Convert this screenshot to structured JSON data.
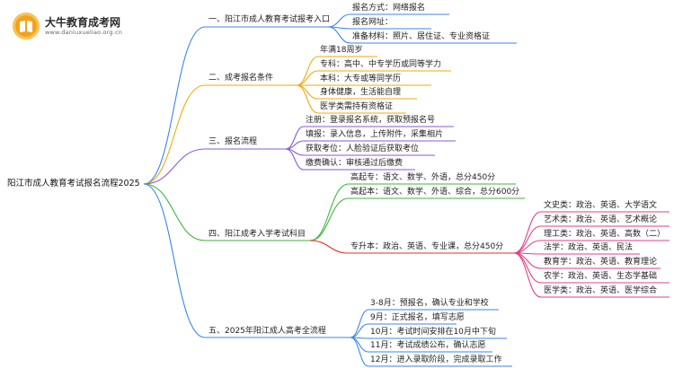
{
  "logo": {
    "title": "大牛教育成考网",
    "url": "www.daniuxueliao.org.cn"
  },
  "root": "阳江市成人教育考试报名流程2025",
  "colors": {
    "blue": "#3d86e8",
    "orange": "#f2a90f",
    "purple": "#8a5ad6",
    "green": "#3fb53f",
    "red": "#e0302f",
    "pink": "#e1408a"
  },
  "branches": [
    {
      "label": "一、阳江市成人教育考试报考入口",
      "leaves": [
        "报名方式：网络报名",
        "报名网址：",
        "准备材料：照片、居住证、专业资格证"
      ]
    },
    {
      "label": "二、成考报名条件",
      "leaves": [
        "年满18周岁",
        "专科：高中、中专学历或同等学力",
        "本科：大专或等同学历",
        "身体健康，生活能自理",
        "医学类需持有资格证"
      ]
    },
    {
      "label": "三、报名流程",
      "leaves": [
        "注册：登录报名系统，获取预报名号",
        "填报：录入信息，上传附件，采集相片",
        "获取考位：人脸验证后获取考位",
        "缴费确认：审核通过后缴费"
      ]
    },
    {
      "label": "四、阳江成考入学考试科目",
      "leaves": [
        "高起专：语文、数学、外语，总分450分",
        "高起本：语文、数学、外语、综合，总分600分"
      ],
      "sub": {
        "label": "专升本：政治、英语、专业课，总分450分",
        "leaves": [
          "文史类：政治、英语、大学语文",
          "艺术类：政治、英语、艺术概论",
          "理工类：政治、英语、高数（二）",
          "法学：政治、英语、民法",
          "教育学：政治、英语、教育理论",
          "农学：政治、英语、生态学基础",
          "医学类：政治、英语、医学综合"
        ]
      }
    },
    {
      "label": "五、2025年阳江成人高考全流程",
      "leaves": [
        "3-8月：预报名，确认专业和学校",
        "9月：正式报名，填写志愿",
        "10月：考试时间安排在10月中下旬",
        "11月：考试成绩公布，确认志愿",
        "12月：进入录取阶段，完成录取工作"
      ]
    }
  ]
}
